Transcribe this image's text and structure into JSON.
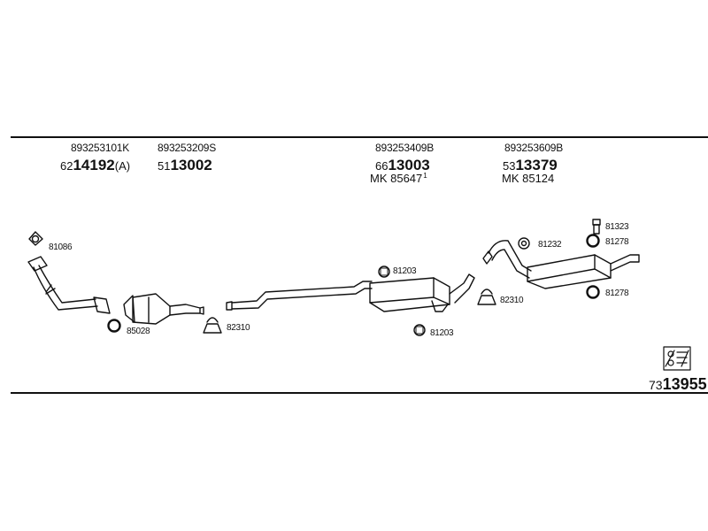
{
  "sections": [
    {
      "oem": "893253101K",
      "prefix": "62",
      "number": "14192",
      "suffix": "(A)",
      "mk": ""
    },
    {
      "oem": "893253209S",
      "prefix": "51",
      "number": "13002",
      "suffix": "",
      "mk": ""
    },
    {
      "oem": "893253409B",
      "prefix": "66",
      "number": "13003",
      "suffix": "",
      "mk": "MK 85647",
      "mk_note": "1"
    },
    {
      "oem": "893253609B",
      "prefix": "53",
      "number": "13379",
      "suffix": "",
      "mk": "MK 85124",
      "mk_note": ""
    }
  ],
  "parts": {
    "gasket_front": "81086",
    "ring_front": "85028",
    "clamp_cat": "82310",
    "clamp_rear": "82310",
    "hanger_mid_top": "81203",
    "hanger_mid_bottom": "81203",
    "hanger_tail": "81232",
    "bolt_rear": "81323",
    "ring_rear_top": "81278",
    "ring_rear_bottom": "81278"
  },
  "kit": {
    "prefix": "73",
    "number": "13955"
  }
}
